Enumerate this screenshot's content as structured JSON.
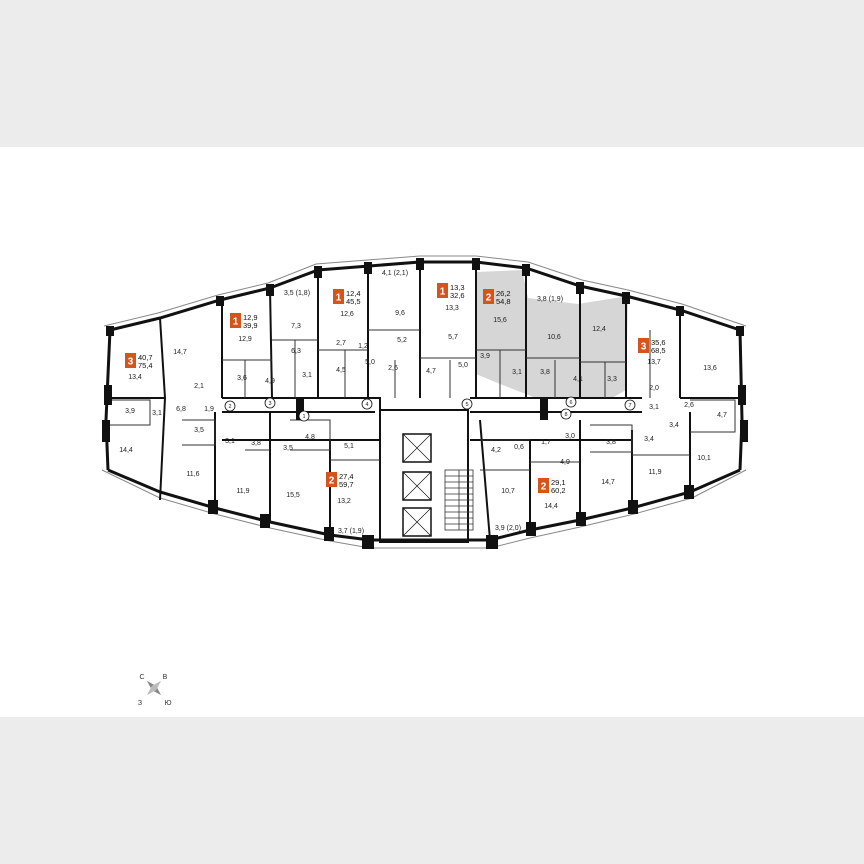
{
  "colors": {
    "accent": "#d4541c",
    "wall": "#111111",
    "highlight": "#d6d6d6",
    "background": "#ececec"
  },
  "units": [
    {
      "rooms": "1",
      "living": "12,9",
      "total": "39,9"
    },
    {
      "rooms": "1",
      "living": "12,4",
      "total": "45,5"
    },
    {
      "rooms": "1",
      "living": "13,3",
      "total": "32,6"
    },
    {
      "rooms": "2",
      "living": "26,2",
      "total": "54,8"
    },
    {
      "rooms": "3",
      "living": "35,6",
      "total": "68,5"
    },
    {
      "rooms": "3",
      "living": "40,7",
      "total": "75,4"
    },
    {
      "rooms": "2",
      "living": "27,4",
      "total": "59,7"
    },
    {
      "rooms": "2",
      "living": "29,1",
      "total": "60,2"
    }
  ],
  "rooms": [
    "3,5 (1,8)",
    "4,1 (2,1)",
    "3,8 (1,9)",
    "7,3",
    "12,9",
    "6,3",
    "12,6",
    "9,6",
    "13,3",
    "15,6",
    "10,6",
    "12,4",
    "13,7",
    "13,6",
    "14,7",
    "13,4",
    "2,7",
    "1,2",
    "5,2",
    "5,7",
    "3,9",
    "3,6",
    "4,9",
    "3,1",
    "4,5",
    "5,0",
    "2,6",
    "4,7",
    "5,0",
    "3,1",
    "3,8",
    "4,1",
    "3,3",
    "2,0",
    "2,1",
    "6,8",
    "1,9",
    "3,9",
    "3,1",
    "2,6",
    "4,7",
    "3,1",
    "14,4",
    "3,5",
    "3,1",
    "3,8",
    "3,5",
    "4,8",
    "5,1",
    "4,2",
    "0,6",
    "1,7",
    "3,0",
    "3,8",
    "3,4",
    "3,4",
    "10,1",
    "11,6",
    "11,9",
    "15,5",
    "13,2",
    "10,7",
    "4,9",
    "14,7",
    "11,9",
    "14,4",
    "3,7 (1,9)",
    "3,9 (2,0)"
  ],
  "doors": [
    "2",
    "3",
    "1",
    "4",
    "5",
    "6",
    "7",
    "8"
  ],
  "compass": {
    "n": "С",
    "e": "В",
    "s": "Ю",
    "w": "З"
  }
}
